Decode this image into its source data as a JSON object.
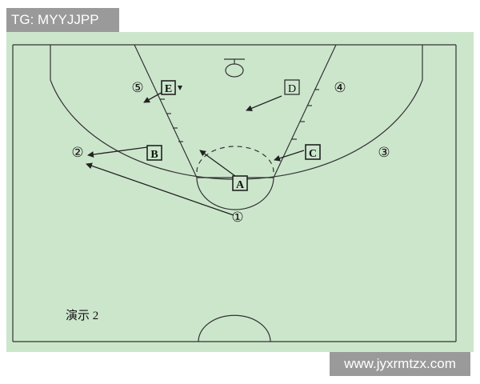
{
  "tag_label": "TG: MYYJJPP",
  "watermark_text": "www.jyxrmtzx.com",
  "caption": "演示 2",
  "colors": {
    "court": "#cce6cc",
    "line": "#333333",
    "tag_bg": "#9a9a9a"
  },
  "defenders": [
    "A",
    "B",
    "C",
    "D",
    "E"
  ],
  "attackers": [
    "①",
    "②",
    "③",
    "④",
    "⑤"
  ]
}
